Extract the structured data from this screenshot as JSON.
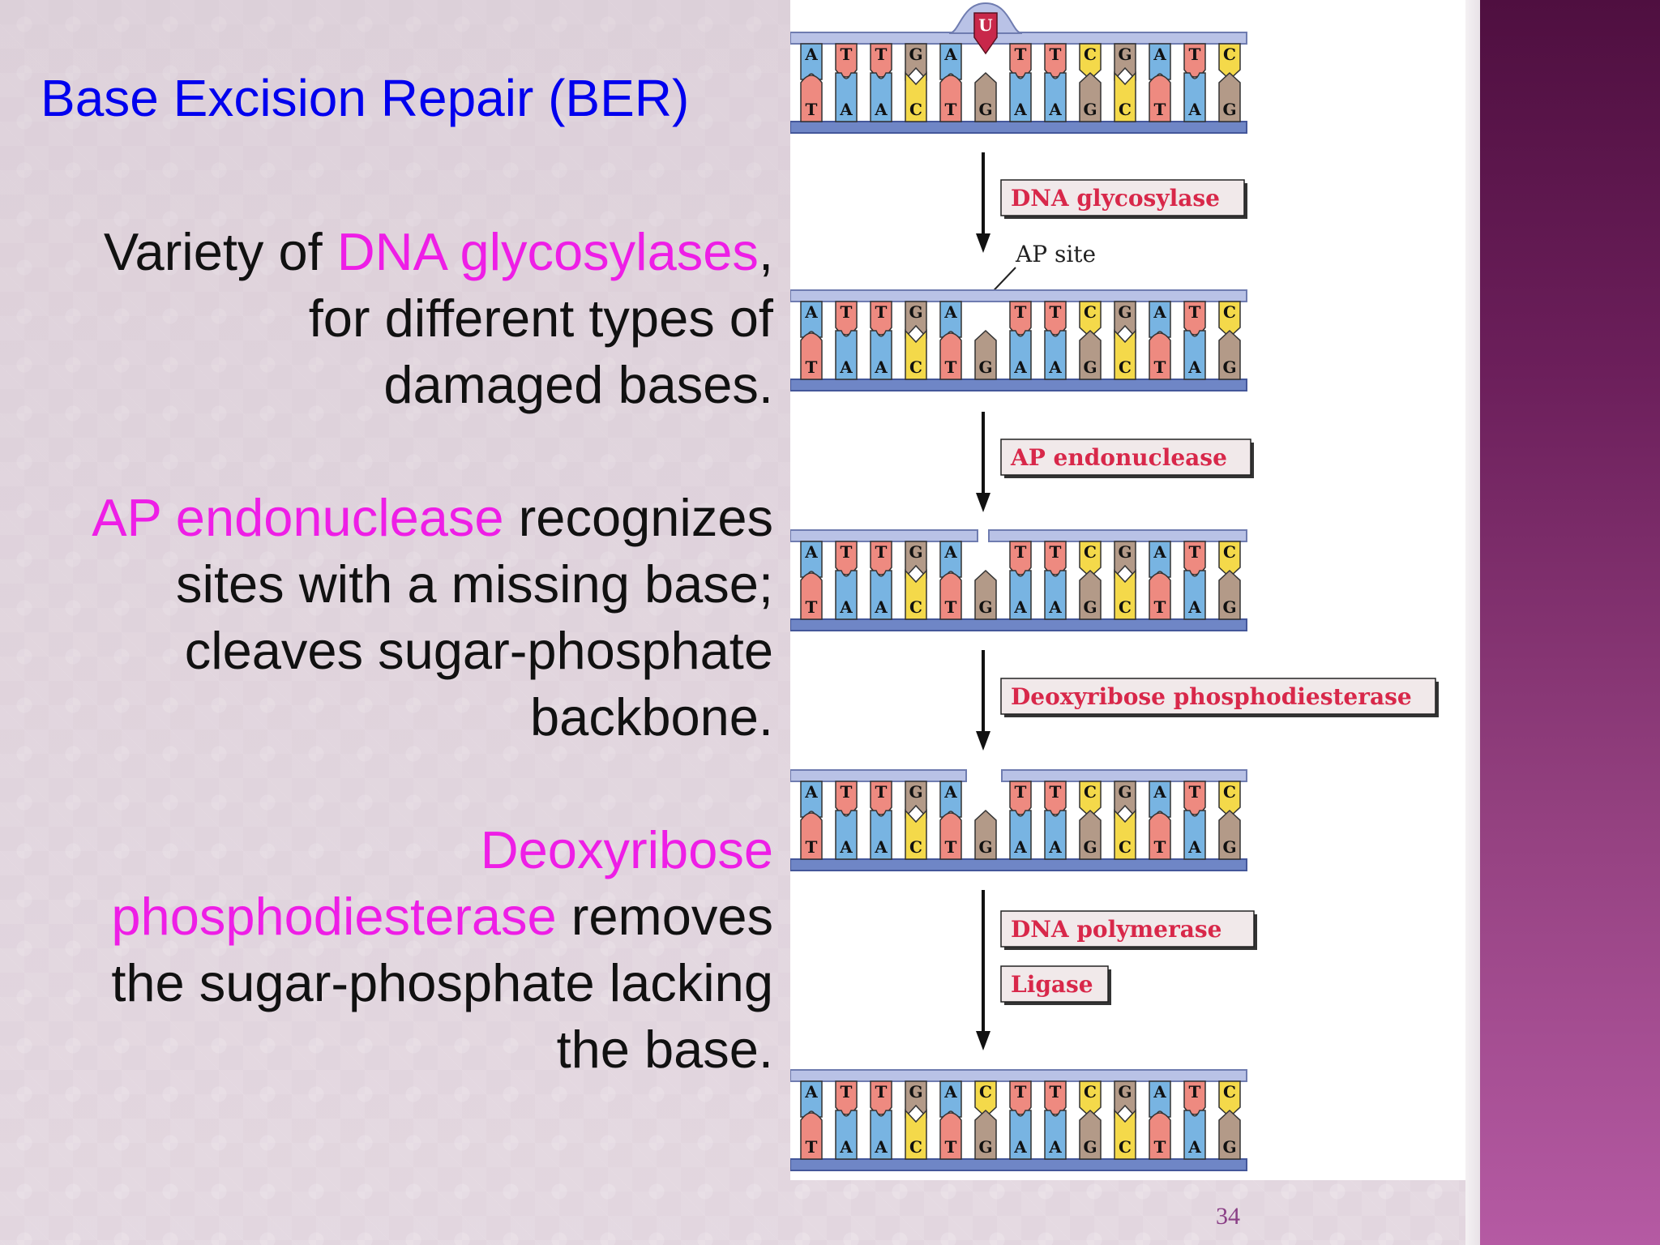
{
  "slide": {
    "title": "Base Excision Repair (BER)",
    "page_number": "34",
    "para1": {
      "line1_pre": "Variety of ",
      "line1_hl": "DNA glycosylases",
      "line1_post": ",",
      "line2": "for different types of",
      "line3": "damaged bases."
    },
    "para2": {
      "line1_hl": "AP endonuclease",
      "line1_post": " recognizes",
      "line2": "sites with a missing base;",
      "line3": "cleaves sugar-phosphate",
      "line4": "backbone."
    },
    "para3": {
      "line1_hl": "Deoxyribose",
      "line2_hl": "phosphodiesterase",
      "line2_post": " removes",
      "line3": "the sugar-phosphate lacking",
      "line4": "the base."
    },
    "highlight_color": "#ee1ee6",
    "title_color": "#0000ee"
  },
  "figure": {
    "top_strand": [
      "A",
      "T",
      "T",
      "G",
      "A",
      "C",
      "T",
      "T",
      "C",
      "G",
      "A",
      "T",
      "C"
    ],
    "bottom_strand": [
      "T",
      "A",
      "A",
      "C",
      "T",
      "G",
      "A",
      "A",
      "G",
      "C",
      "T",
      "A",
      "G"
    ],
    "damaged_base": "U",
    "ap_site_label": "AP site",
    "enzymes": {
      "glycosylase": "DNA glycosylase",
      "endonuclease": "AP endonuclease",
      "phosphodiesterase": "Deoxyribose phosphodiesterase",
      "polymerase": "DNA polymerase",
      "ligase": "Ligase"
    },
    "base_colors": {
      "A": "#78b4e2",
      "T": "#ee8a80",
      "G": "#b39a88",
      "C": "#f4d94a",
      "U": "#c8284a"
    },
    "backbone_colors": {
      "top": "#b9c2e6",
      "bottom": "#6f86c6"
    }
  }
}
